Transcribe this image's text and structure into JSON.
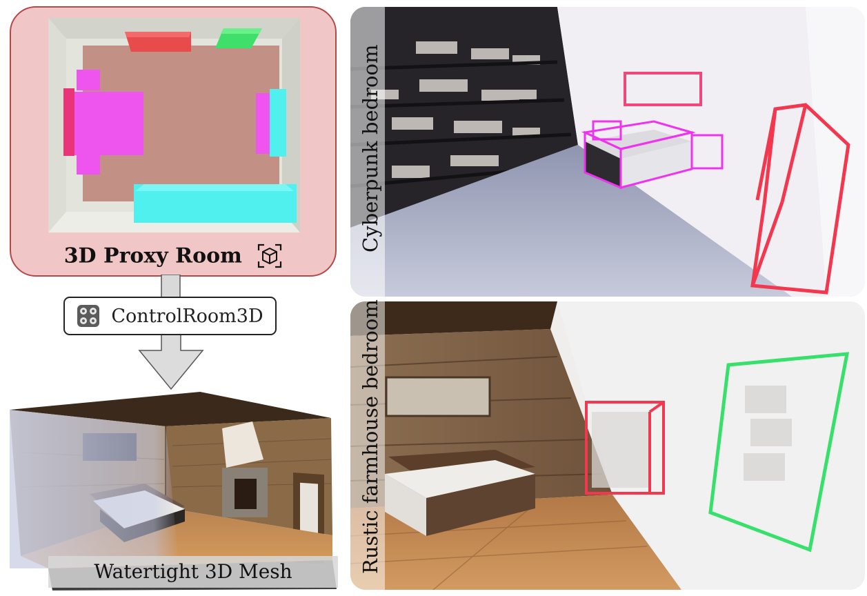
{
  "proxy_room": {
    "title": "3D Proxy Room",
    "icon": "cube-scan-icon",
    "colors": {
      "panel_bg": "#f1c6c6",
      "panel_border": "#b34848",
      "floor": "#c39086",
      "red_object": "#e84b4b",
      "green_object": "#3fe06a",
      "magenta_object": "#ee55ee",
      "cyan_object": "#4ff0ee"
    }
  },
  "method": {
    "label": "ControlRoom3D",
    "icon": "controlroom3d-logo-icon"
  },
  "mesh": {
    "caption": "Watertight 3D Mesh"
  },
  "renders": [
    {
      "label": "Cyberpunk bedroom"
    },
    {
      "label": "Rustic farmhouse bedroom"
    }
  ]
}
